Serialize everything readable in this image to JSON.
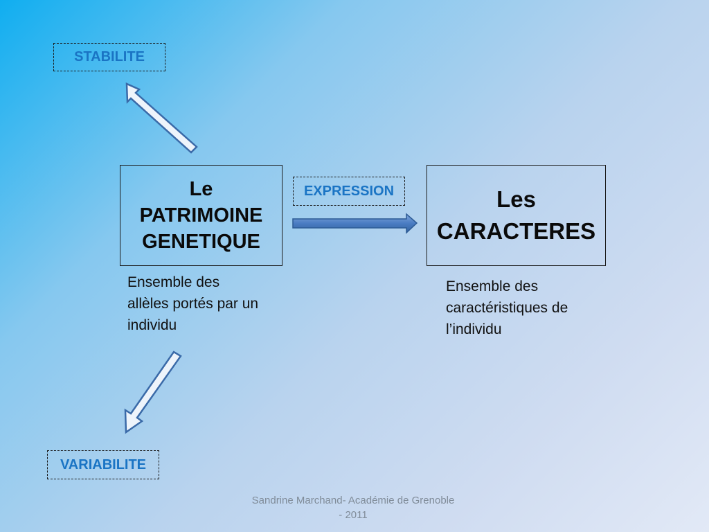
{
  "labels": {
    "stabilite": "STABILITE",
    "expression": "EXPRESSION",
    "variabilite": "VARIABILITE"
  },
  "patrimoine": {
    "lines": [
      "Le",
      "PATRIMOINE",
      "GENETIQUE"
    ],
    "description": [
      "Ensemble des",
      "allèles portés par un",
      "individu"
    ]
  },
  "caracteres": {
    "lines": [
      "Les",
      "CARACTERES"
    ],
    "description": [
      "Ensemble des",
      "caractéristiques de",
      "l’individu"
    ]
  },
  "footer": {
    "line1": "Sandrine Marchand- Académie de Grenoble",
    "line2": "- 2011"
  },
  "colors": {
    "label_text": "#1a74c4",
    "arrow_fill": "#4a7cc2",
    "arrow_stroke": "#2c5a94",
    "outline_arrow_stroke": "#3a6aa8"
  }
}
